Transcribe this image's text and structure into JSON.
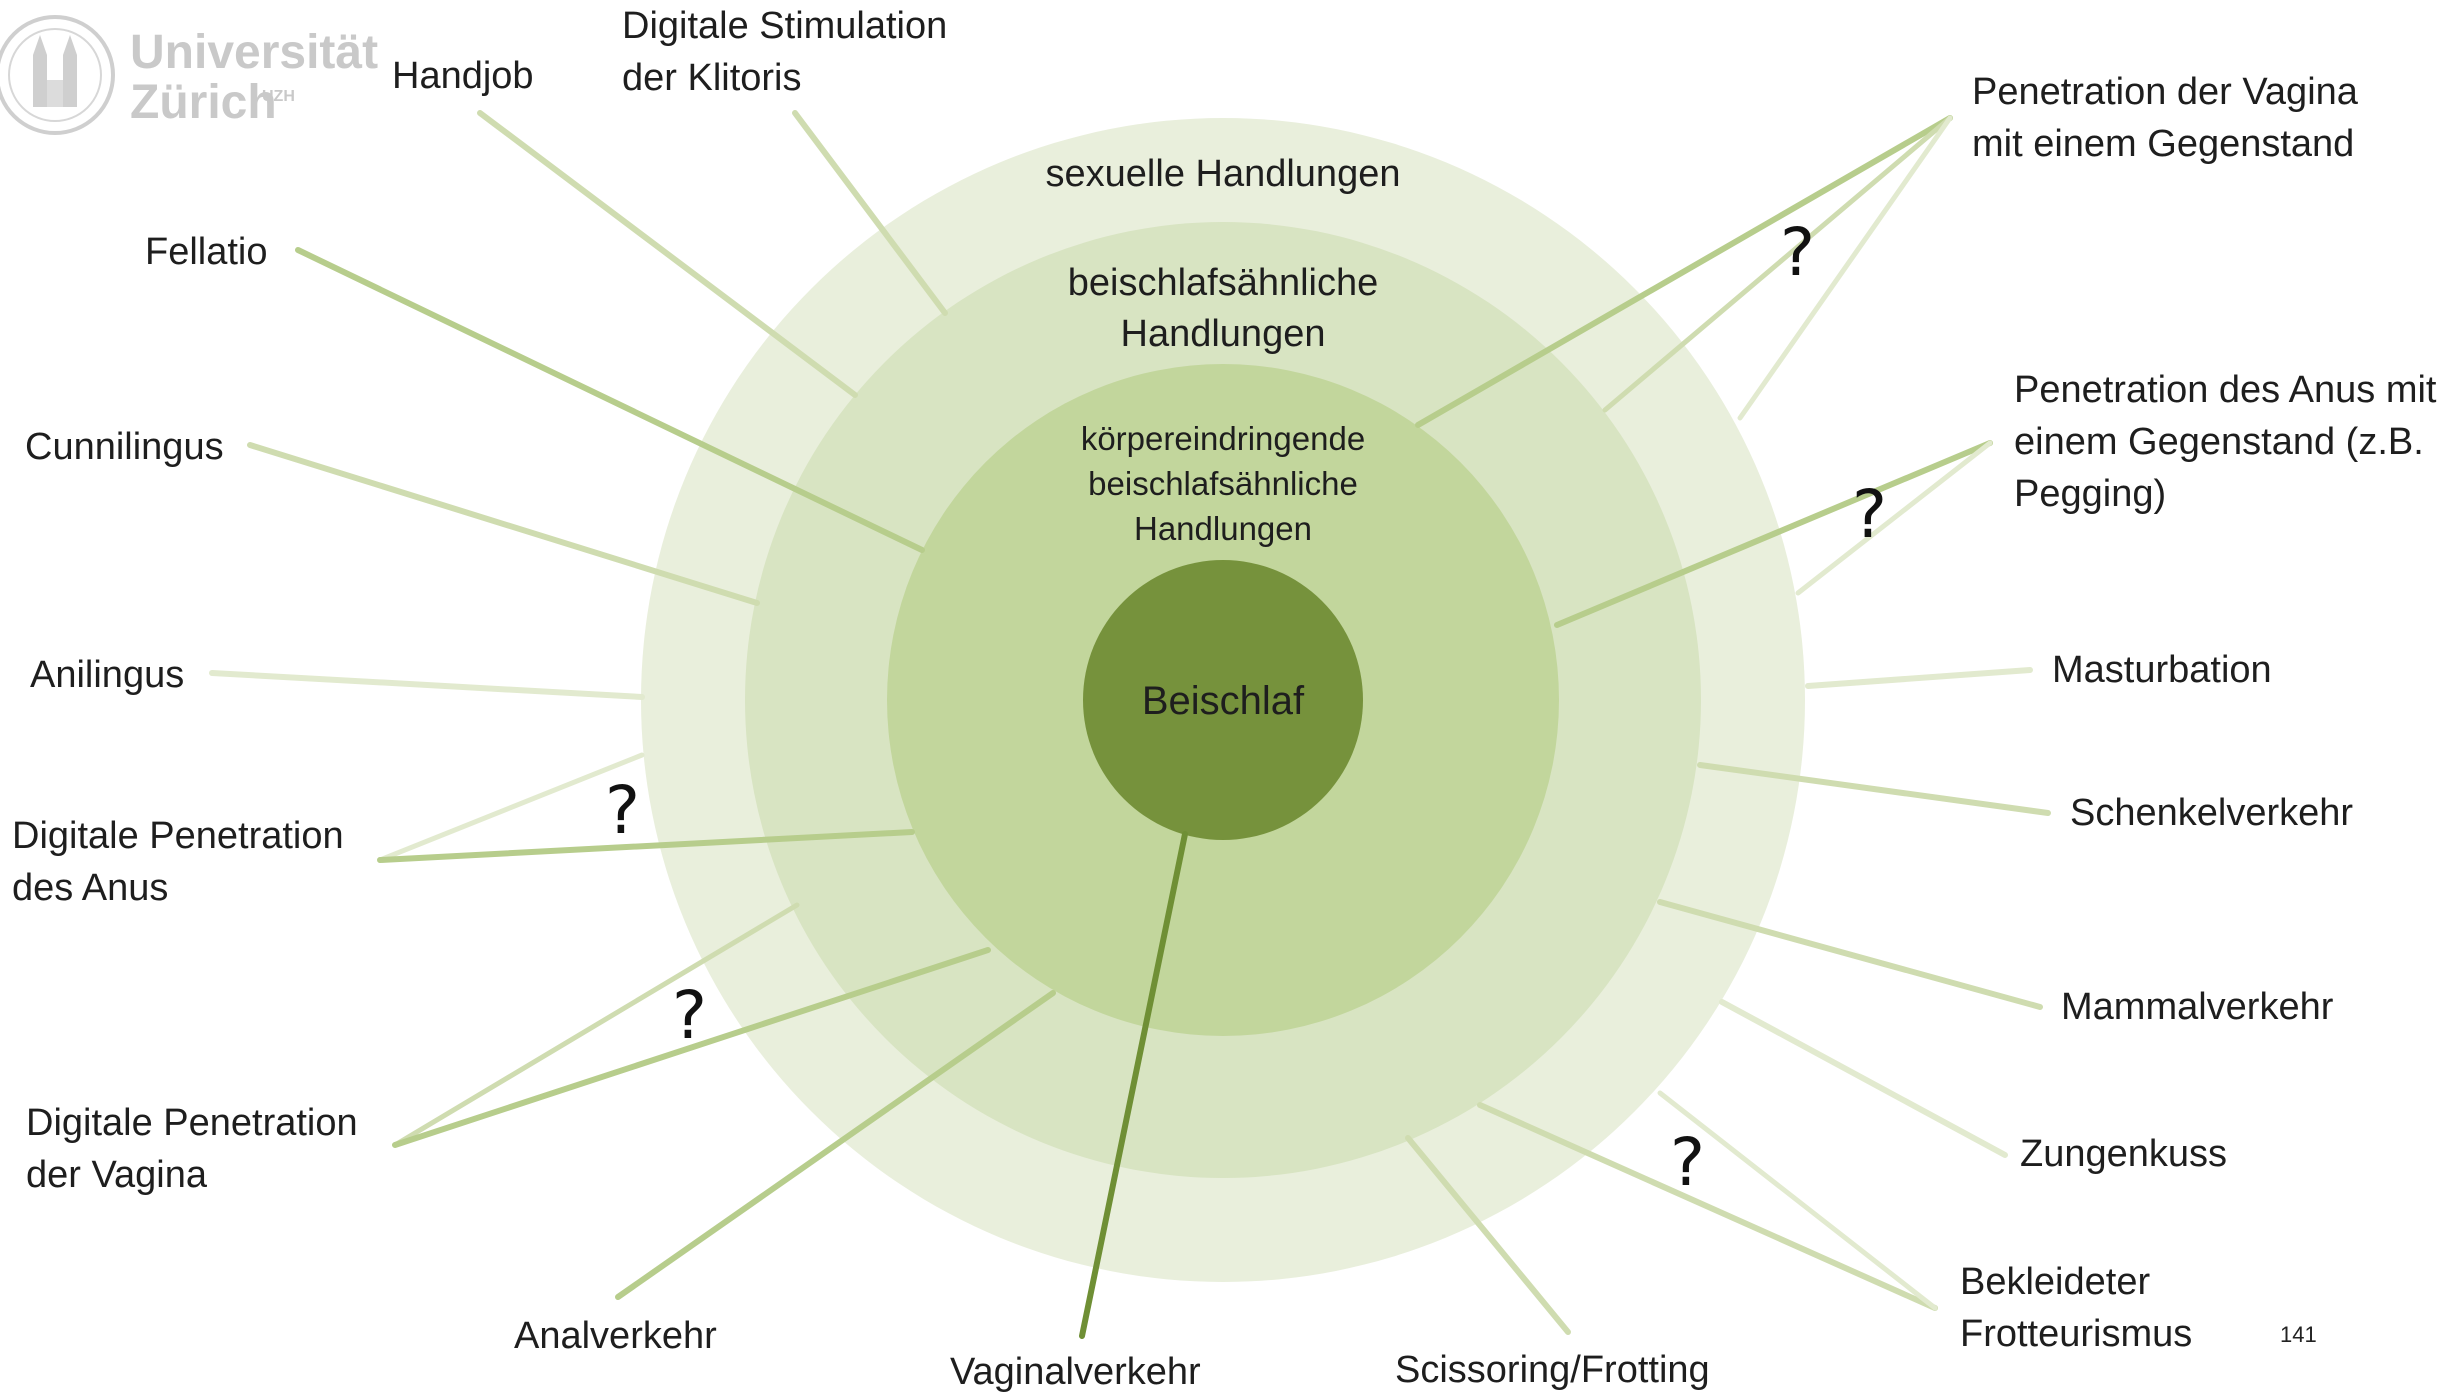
{
  "logo": {
    "line1": "Universität",
    "line2": "Zürich",
    "badge": "UZH"
  },
  "rings": {
    "outer": "sexuelle Handlungen",
    "middle": "beischlafsähnliche\nHandlungen",
    "inner": "körpereindringende\nbeischlafsähnliche\nHandlungen",
    "core": "Beischlaf"
  },
  "colors": {
    "ring_outer": "#e9efdc",
    "ring_middle": "#d8e4c2",
    "ring_inner": "#c2d69c",
    "core": "#76923c",
    "line_light": "#e2eacf",
    "line_mid": "#cfdcb0",
    "line_strong": "#b7cd8c",
    "line_core": "#6f8f35"
  },
  "labels": {
    "handjob": "Handjob",
    "digitale_stimulation": "Digitale Stimulation\nder Klitoris",
    "fellatio": "Fellatio",
    "cunnilingus": "Cunnilingus",
    "anilingus": "Anilingus",
    "digitale_penetration_anus": "Digitale Penetration\ndes Anus",
    "digitale_penetration_vagina": "Digitale Penetration\nder Vagina",
    "analverkehr": "Analverkehr",
    "vaginalverkehr": "Vaginalverkehr",
    "scissoring": "Scissoring/Frotting",
    "bekleideter_frotteurismus": "Bekleideter\nFrotteurismus",
    "zungenkuss": "Zungenkuss",
    "mammalverkehr": "Mammalverkehr",
    "schenkelverkehr": "Schenkelverkehr",
    "masturbation": "Masturbation",
    "penetration_anus_gegenstand": "Penetration des Anus mit\neinem Gegenstand (z.B.\nPegging)",
    "penetration_vagina_gegenstand": "Penetration der Vagina\nmit einem Gegenstand"
  },
  "question_mark": "?",
  "page_number": "141"
}
